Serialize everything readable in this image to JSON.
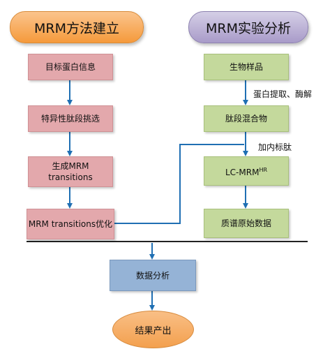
{
  "left_header": "MRM方法建立",
  "right_header": "MRM实验分析",
  "left_steps": [
    "目标蛋白信息",
    "特异性肽段挑选",
    "生成MRM transitions",
    "MRM transitions优化"
  ],
  "right_steps": [
    "生物样品",
    "肽段混合物",
    "LC-MRM",
    "质谱原始数据"
  ],
  "right_step3_sup": "HR",
  "right_labels": [
    "蛋白提取、酶解",
    "加内标肽"
  ],
  "bottom_steps": [
    "数据分析",
    "结果产出"
  ]
}
